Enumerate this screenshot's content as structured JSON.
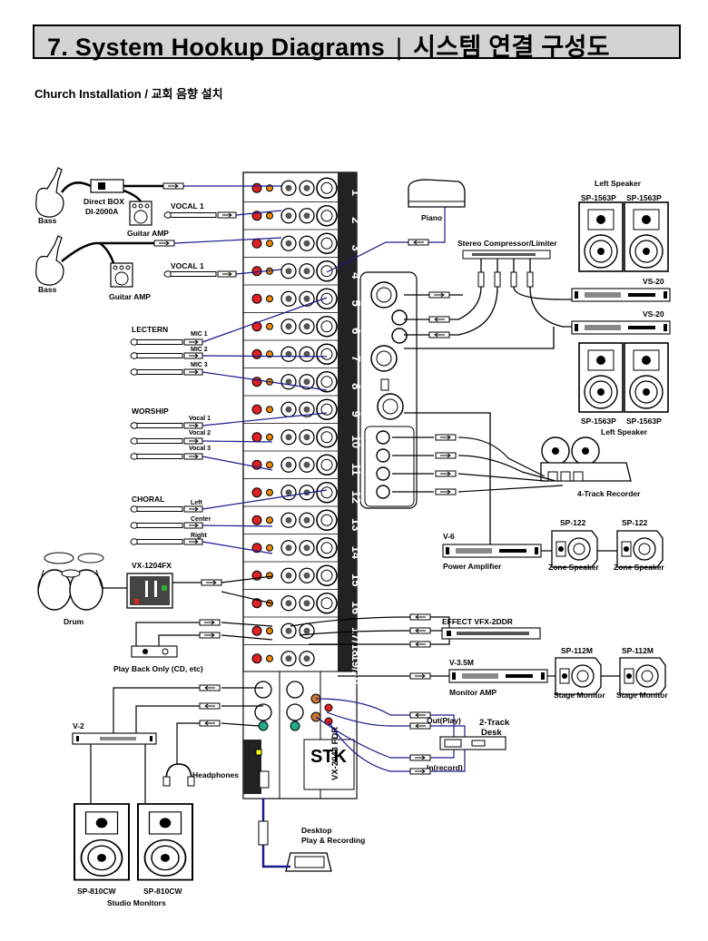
{
  "title": "7. System Hookup Diagrams",
  "title_korean": "시스템 연결 구성도",
  "subtitle": "Church Installation / 교회 음향 설치",
  "labels": {
    "bass1": "Bass",
    "bass2": "Bass",
    "direct_box": "Direct BOX",
    "direct_box_model": "DI-2000A",
    "guitar_amp1": "Guitar AMP",
    "guitar_amp2": "Guitar AMP",
    "vocal1a": "VOCAL 1",
    "vocal1b": "VOCAL 1",
    "lectern": "LECTERN",
    "mic1": "MIC 1",
    "mic2": "MIC 2",
    "mic3": "MIC 3",
    "worship": "WORSHIP",
    "wvocal1": "Vocal 1",
    "wvocal2": "Vocal 2",
    "wvocal3": "Vocal 3",
    "choral": "CHORAL",
    "left": "Left",
    "center": "Center",
    "right": "Right",
    "drum_model": "VX-1204FX",
    "drum": "Drum",
    "playback": "Play Back Only (CD, etc)",
    "v2": "V-2",
    "headphones": "Headphones",
    "sp810_1": "SP-810CW",
    "sp810_2": "SP-810CW",
    "studio_monitors": "Studio Monitors",
    "desktop": "Desktop",
    "play_recording": "Play & Recording",
    "piano": "Piano",
    "compressor": "Stereo Compressor/Limiter",
    "left_speaker_top": "Left Speaker",
    "sp1563_1": "SP-1563P",
    "sp1563_2": "SP-1563P",
    "vs20a": "VS-20",
    "vs20b": "VS-20",
    "sp1563_3": "SP-1563P",
    "sp1563_4": "SP-1563P",
    "left_speaker_bottom": "Left Speaker",
    "recorder": "4-Track Recorder",
    "v6": "V-6",
    "power_amp": "Power Amplifier",
    "sp122a": "SP-122",
    "sp122b": "SP-122",
    "zone1": "Zone Speaker",
    "zone2": "Zone Speaker",
    "effect": "EFFECT  VFX-2DDR",
    "v35m": "V-3.5M",
    "monitor_amp": "Monitor AMP",
    "sp112a": "SP-112M",
    "sp112b": "SP-112M",
    "stage1": "Stage Monitor",
    "stage2": "Stage Monitor",
    "two_track": "2-Track",
    "desk": "Desk",
    "out_play": "Out(Play)",
    "in_record": "In(record)",
    "mixer_model": "VX-2043 FDR",
    "brand": "STK"
  },
  "channels": [
    "1",
    "2",
    "3",
    "4",
    "5",
    "6",
    "7",
    "8",
    "9",
    "10",
    "11",
    "12",
    "13",
    "14",
    "15",
    "16",
    "17/18",
    "19/20"
  ]
}
